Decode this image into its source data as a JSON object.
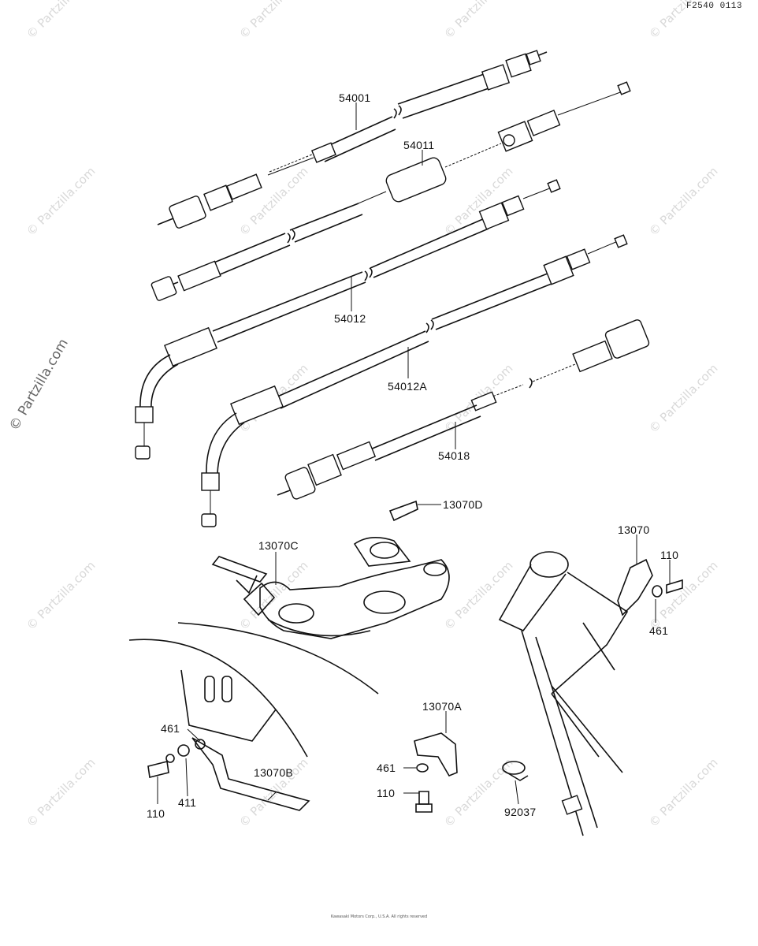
{
  "figure_code": "F2540 0113",
  "watermark_text": "© Partzilla.com",
  "side_watermark": "© Partzilla.com",
  "footer_line1": "Kawasaki Motors Corp., U.S.A. All rights reserved",
  "footer_line2": "",
  "part_labels": {
    "p54001": "54001",
    "p54011": "54011",
    "p54012": "54012",
    "p54012A": "54012A",
    "p54018": "54018",
    "p13070D": "13070D",
    "p13070C": "13070C",
    "p13070": "13070",
    "p110_right": "110",
    "p461_right": "461",
    "p461_left": "461",
    "p110_left": "110",
    "p411": "411",
    "p13070B": "13070B",
    "p13070A": "13070A",
    "p461_mid": "461",
    "p110_mid": "110",
    "p92037": "92037"
  }
}
